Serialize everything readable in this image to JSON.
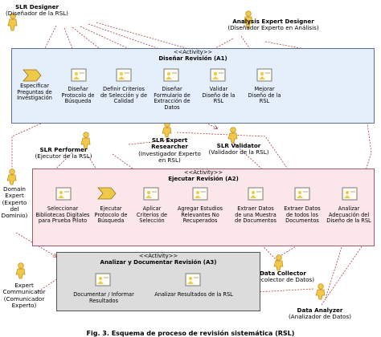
{
  "roles": {
    "slr_designer": "SLR Designer",
    "slr_designer_sub": "(Diseñador de la RSL)",
    "analysis_designer": "Analysis Expert Designer",
    "analysis_designer_sub": "(Diseñador Experto en Análisis)",
    "slr_performer": "SLR Performer",
    "slr_performer_sub": "(Ejecutor de la RSL)",
    "slr_researcher": "SLR Expert Researcher",
    "slr_researcher_sub": "(Investigador Experto en RSL)",
    "slr_validator": "SLR Validator",
    "slr_validator_sub": "(Validador de la RSL)",
    "domain_expert": "Domain Expert (Experto del Dominio)",
    "expert_communicator": "Expert Communicator (Comunicador Experto)",
    "data_collector": "Data Collector",
    "data_collector_sub": "(Recolector de Datos)",
    "data_analyzer": "Data Analyzer",
    "data_analyzer_sub": "(Analizador de Datos)"
  },
  "activities": [
    {
      "stereotype": "<<Activity>>",
      "title": "Diseñar Revisión (A1)",
      "color": "#e5eefb",
      "tasks": [
        "Especificar Preguntas de Investigación",
        "Diseñar Protocolo de Búsqueda",
        "Definir Criterios de Selección y de Calidad",
        "Diseñar Formulario de Extracción de Datos",
        "Validar Diseño de la RSL",
        "Mejorar Diseño de la RSL"
      ]
    },
    {
      "stereotype": "<<Activity>>",
      "title": "Ejecutar Revisión (A2)",
      "color": "#fbe6ea",
      "tasks": [
        "Seleccionar Bibliotecas Digitales para Prueba Piloto",
        "Ejecutar Protocolo de Búsqueda",
        "Aplicar Criterios de Selección",
        "Agregar Estudios Relevantes No Recuperados",
        "Extraer Datos de una Muestra de Documentos",
        "Extraer Datos de todos los Documentos",
        "Analizar Adecuación del Diseño de la RSL"
      ]
    },
    {
      "stereotype": "<<Activity>>",
      "title": "Analizar y Documentar Revisión (A3)",
      "color": "#dcdcdc",
      "tasks": [
        "Documentar / Informar Resultados",
        "Analizar Resultados de la RSL"
      ]
    }
  ],
  "caption": "Fig. 3. Esquema de proceso de revisión sistemática (RSL)",
  "colors": {
    "arrow": "#b04040",
    "actor": "#f0c94a",
    "doc_fill": "#fffdf0",
    "chevron": "#f0c94a"
  }
}
